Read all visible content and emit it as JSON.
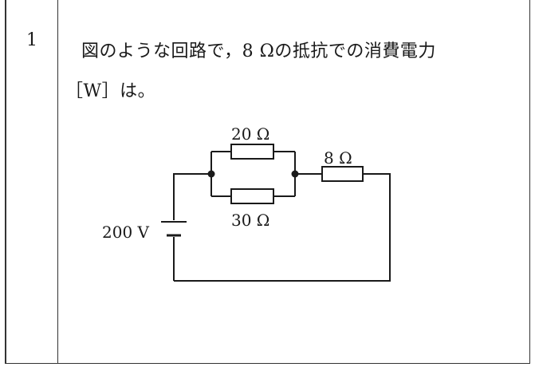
{
  "question": {
    "number": "1",
    "text_line1": "図のような回路で，8 Ωの抵抗での消費電力",
    "text_line2": "［W］は。"
  },
  "circuit": {
    "resistor_top_label": "20 Ω",
    "resistor_bottom_label": "30 Ω",
    "resistor_series_label": "8 Ω",
    "source_label": "200 V"
  }
}
